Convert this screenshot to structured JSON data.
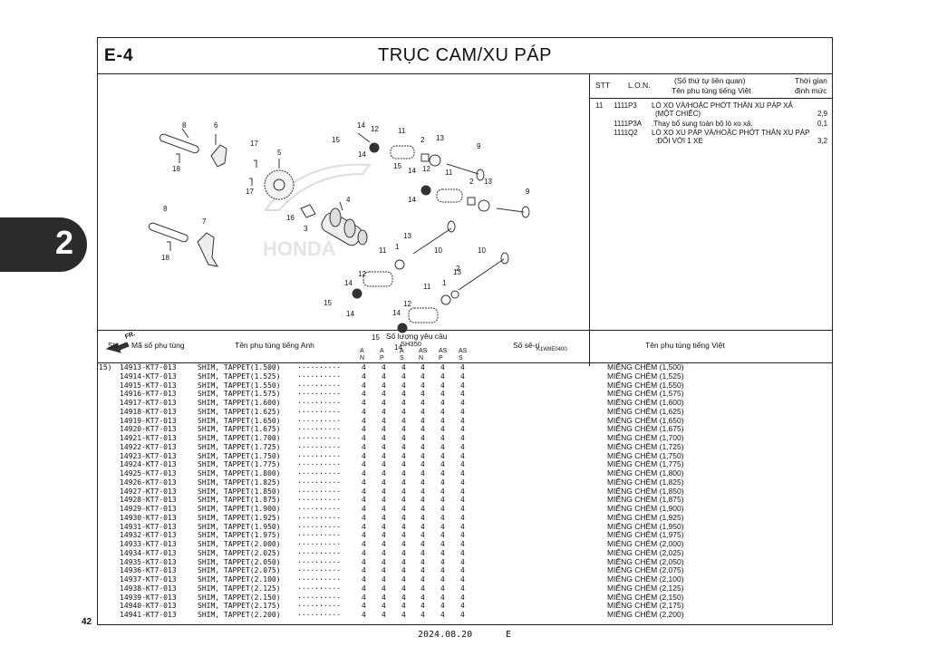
{
  "header": {
    "code": "E-4",
    "title": "TRỤC CAM/XU PÁP"
  },
  "side_tab": "2",
  "page_number": "42",
  "footer": {
    "date": "2024.08.20",
    "edition": "E"
  },
  "diagram": {
    "ref_code": "K1W8E0400",
    "direction_label": "FR.",
    "callouts": [
      "8",
      "6",
      "17",
      "18",
      "5",
      "17",
      "16",
      "3",
      "4",
      "8",
      "7",
      "18",
      "15",
      "14",
      "12",
      "14",
      "11",
      "2",
      "13",
      "9",
      "15",
      "14",
      "12",
      "11",
      "14",
      "2",
      "13",
      "9",
      "13",
      "1",
      "10",
      "12",
      "11",
      "14",
      "15",
      "14",
      "13",
      "10",
      "12",
      "11",
      "2",
      "1",
      "14",
      "15",
      "14"
    ]
  },
  "labor_table": {
    "headers": {
      "stt": "STT",
      "lon": "L.O.N.",
      "desc_line1": "(Số thứ tự liên quan)",
      "desc_line2": "Tên phụ tùng tiếng Việt",
      "time_line1": "Thời gian",
      "time_line2": "định mức"
    },
    "rows": [
      {
        "stt": "11",
        "lon": "1111P3",
        "desc_line1": "LÒ XO VÀ/HOẶC PHỚT THÂN XU PÁP XẢ",
        "desc_line2": "(MỘT CHIẾC)",
        "time": "2,9"
      },
      {
        "stt": "",
        "lon": "1111P3A",
        "desc_line1": ".Thay bổ sung toàn bộ lò xo xả.",
        "desc_line2": "",
        "time": "0,1"
      },
      {
        "stt": "",
        "lon": "1111Q2",
        "desc_line1": "LÒ XO XU PÁP VÀ/HOẶC PHỚT THÂN XU PÁP",
        "desc_line2": ":ĐỐI VỚI 1 XE",
        "time": "3,2"
      }
    ]
  },
  "parts_table": {
    "headers": {
      "stt": "Stt",
      "part_no": "Mã số phụ tùng",
      "name_en": "Tên phụ tùng tiếng Anh",
      "qty_line1": "Số lượng yêu cầu",
      "qty_model": "SH350",
      "qty_cols": [
        [
          "A",
          "N"
        ],
        [
          "A",
          "P"
        ],
        [
          "A",
          "S"
        ],
        [
          "AS",
          "N"
        ],
        [
          "AS",
          "P"
        ],
        [
          "AS",
          "S"
        ]
      ],
      "serial": "Số sê-ri",
      "name_vn": "Tên phụ tùng tiếng Việt"
    },
    "group_no": "15)",
    "rows": [
      {
        "part_no": "14913-KT7-013",
        "name_en": "SHIM, TAPPET(1.500)",
        "qty": [
          "4",
          "4",
          "4",
          "4",
          "4",
          "4"
        ],
        "name_vn": "MIẾNG CHÊM (1,500)"
      },
      {
        "part_no": "14914-KT7-013",
        "name_en": "SHIM, TAPPET(1.525)",
        "qty": [
          "4",
          "4",
          "4",
          "4",
          "4",
          "4"
        ],
        "name_vn": "MIẾNG CHÊM (1,525)"
      },
      {
        "part_no": "14915-KT7-013",
        "name_en": "SHIM, TAPPET(1.550)",
        "qty": [
          "4",
          "4",
          "4",
          "4",
          "4",
          "4"
        ],
        "name_vn": "MIẾNG CHÊM (1,550)"
      },
      {
        "part_no": "14916-KT7-013",
        "name_en": "SHIM, TAPPET(1.575)",
        "qty": [
          "4",
          "4",
          "4",
          "4",
          "4",
          "4"
        ],
        "name_vn": "MIẾNG CHÊM (1,575)"
      },
      {
        "part_no": "14917-KT7-013",
        "name_en": "SHIM, TAPPET(1.600)",
        "qty": [
          "4",
          "4",
          "4",
          "4",
          "4",
          "4"
        ],
        "name_vn": "MIẾNG CHÊM (1,600)"
      },
      {
        "part_no": "14918-KT7-013",
        "name_en": "SHIM, TAPPET(1.625)",
        "qty": [
          "4",
          "4",
          "4",
          "4",
          "4",
          "4"
        ],
        "name_vn": "MIẾNG CHÊM (1,625)"
      },
      {
        "part_no": "14919-KT7-013",
        "name_en": "SHIM, TAPPET(1.650)",
        "qty": [
          "4",
          "4",
          "4",
          "4",
          "4",
          "4"
        ],
        "name_vn": "MIẾNG CHÊM (1,650)"
      },
      {
        "part_no": "14920-KT7-013",
        "name_en": "SHIM, TAPPET(1.675)",
        "qty": [
          "4",
          "4",
          "4",
          "4",
          "4",
          "4"
        ],
        "name_vn": "MIẾNG CHÊM (1,675)"
      },
      {
        "part_no": "14921-KT7-013",
        "name_en": "SHIM, TAPPET(1.700)",
        "qty": [
          "4",
          "4",
          "4",
          "4",
          "4",
          "4"
        ],
        "name_vn": "MIẾNG CHÊM (1,700)"
      },
      {
        "part_no": "14922-KT7-013",
        "name_en": "SHIM, TAPPET(1.725)",
        "qty": [
          "4",
          "4",
          "4",
          "4",
          "4",
          "4"
        ],
        "name_vn": "MIẾNG CHÊM (1,725)"
      },
      {
        "part_no": "14923-KT7-013",
        "name_en": "SHIM, TAPPET(1.750)",
        "qty": [
          "4",
          "4",
          "4",
          "4",
          "4",
          "4"
        ],
        "name_vn": "MIẾNG CHÊM (1,750)"
      },
      {
        "part_no": "14924-KT7-013",
        "name_en": "SHIM, TAPPET(1.775)",
        "qty": [
          "4",
          "4",
          "4",
          "4",
          "4",
          "4"
        ],
        "name_vn": "MIẾNG CHÊM (1,775)"
      },
      {
        "part_no": "14925-KT7-013",
        "name_en": "SHIM, TAPPET(1.800)",
        "qty": [
          "4",
          "4",
          "4",
          "4",
          "4",
          "4"
        ],
        "name_vn": "MIẾNG CHÊM (1,800)"
      },
      {
        "part_no": "14926-KT7-013",
        "name_en": "SHIM, TAPPET(1.825)",
        "qty": [
          "4",
          "4",
          "4",
          "4",
          "4",
          "4"
        ],
        "name_vn": "MIẾNG CHÊM (1,825)"
      },
      {
        "part_no": "14927-KT7-013",
        "name_en": "SHIM, TAPPET(1.850)",
        "qty": [
          "4",
          "4",
          "4",
          "4",
          "4",
          "4"
        ],
        "name_vn": "MIẾNG CHÊM (1,850)"
      },
      {
        "part_no": "14928-KT7-013",
        "name_en": "SHIM, TAPPET(1.875)",
        "qty": [
          "4",
          "4",
          "4",
          "4",
          "4",
          "4"
        ],
        "name_vn": "MIẾNG CHÊM (1,875)"
      },
      {
        "part_no": "14929-KT7-013",
        "name_en": "SHIM, TAPPET(1.900)",
        "qty": [
          "4",
          "4",
          "4",
          "4",
          "4",
          "4"
        ],
        "name_vn": "MIẾNG CHÊM (1,900)"
      },
      {
        "part_no": "14930-KT7-013",
        "name_en": "SHIM, TAPPET(1.925)",
        "qty": [
          "4",
          "4",
          "4",
          "4",
          "4",
          "4"
        ],
        "name_vn": "MIẾNG CHÊM (1,925)"
      },
      {
        "part_no": "14931-KT7-013",
        "name_en": "SHIM, TAPPET(1.950)",
        "qty": [
          "4",
          "4",
          "4",
          "4",
          "4",
          "4"
        ],
        "name_vn": "MIẾNG CHÊM (1,950)"
      },
      {
        "part_no": "14932-KT7-013",
        "name_en": "SHIM, TAPPET(1.975)",
        "qty": [
          "4",
          "4",
          "4",
          "4",
          "4",
          "4"
        ],
        "name_vn": "MIẾNG CHÊM (1,975)"
      },
      {
        "part_no": "14933-KT7-013",
        "name_en": "SHIM, TAPPET(2.000)",
        "qty": [
          "4",
          "4",
          "4",
          "4",
          "4",
          "4"
        ],
        "name_vn": "MIẾNG CHÊM (2,000)"
      },
      {
        "part_no": "14934-KT7-013",
        "name_en": "SHIM, TAPPET(2.025)",
        "qty": [
          "4",
          "4",
          "4",
          "4",
          "4",
          "4"
        ],
        "name_vn": "MIẾNG CHÊM (2,025)"
      },
      {
        "part_no": "14935-KT7-013",
        "name_en": "SHIM, TAPPET(2.050)",
        "qty": [
          "4",
          "4",
          "4",
          "4",
          "4",
          "4"
        ],
        "name_vn": "MIẾNG CHÊM (2,050)"
      },
      {
        "part_no": "14936-KT7-013",
        "name_en": "SHIM, TAPPET(2.075)",
        "qty": [
          "4",
          "4",
          "4",
          "4",
          "4",
          "4"
        ],
        "name_vn": "MIẾNG CHÊM (2,075)"
      },
      {
        "part_no": "14937-KT7-013",
        "name_en": "SHIM, TAPPET(2.100)",
        "qty": [
          "4",
          "4",
          "4",
          "4",
          "4",
          "4"
        ],
        "name_vn": "MIẾNG CHÊM (2,100)"
      },
      {
        "part_no": "14938-KT7-013",
        "name_en": "SHIM, TAPPET(2.125)",
        "qty": [
          "4",
          "4",
          "4",
          "4",
          "4",
          "4"
        ],
        "name_vn": "MIẾNG CHÊM (2,125)"
      },
      {
        "part_no": "14939-KT7-013",
        "name_en": "SHIM, TAPPET(2.150)",
        "qty": [
          "4",
          "4",
          "4",
          "4",
          "4",
          "4"
        ],
        "name_vn": "MIẾNG CHÊM (2,150)"
      },
      {
        "part_no": "14940-KT7-013",
        "name_en": "SHIM, TAPPET(2.175)",
        "qty": [
          "4",
          "4",
          "4",
          "4",
          "4",
          "4"
        ],
        "name_vn": "MIẾNG CHÊM (2,175)"
      },
      {
        "part_no": "14941-KT7-013",
        "name_en": "SHIM, TAPPET(2.200)",
        "qty": [
          "4",
          "4",
          "4",
          "4",
          "4",
          "4"
        ],
        "name_vn": "MIẾNG CHÊM (2,200)"
      }
    ]
  }
}
